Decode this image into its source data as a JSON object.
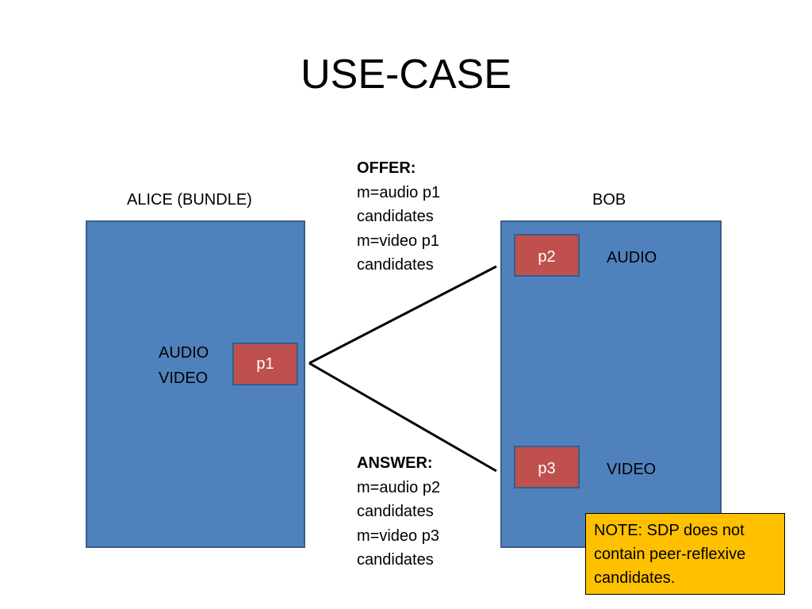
{
  "title": "USE-CASE",
  "alice": {
    "label": "ALICE (BUNDLE)",
    "media_lines": [
      "AUDIO",
      "VIDEO"
    ],
    "port": "p1"
  },
  "bob": {
    "label": "BOB",
    "audio": {
      "port": "p2",
      "label": "AUDIO"
    },
    "video": {
      "port": "p3",
      "label": "VIDEO"
    }
  },
  "offer": {
    "heading": "OFFER:",
    "lines": [
      "m=audio p1",
      "candidates",
      "m=video p1",
      "candidates"
    ]
  },
  "answer": {
    "heading": "ANSWER:",
    "lines": [
      "m=audio p2",
      "candidates",
      "m=video p3",
      "candidates"
    ]
  },
  "note": {
    "lines": [
      "NOTE: SDP does not",
      "contain peer-reflexive",
      "candidates."
    ],
    "background": "#ffc000"
  },
  "colors": {
    "box_fill": "#4f81bd",
    "box_border": "#385d8a",
    "port_fill": "#c0504d"
  }
}
